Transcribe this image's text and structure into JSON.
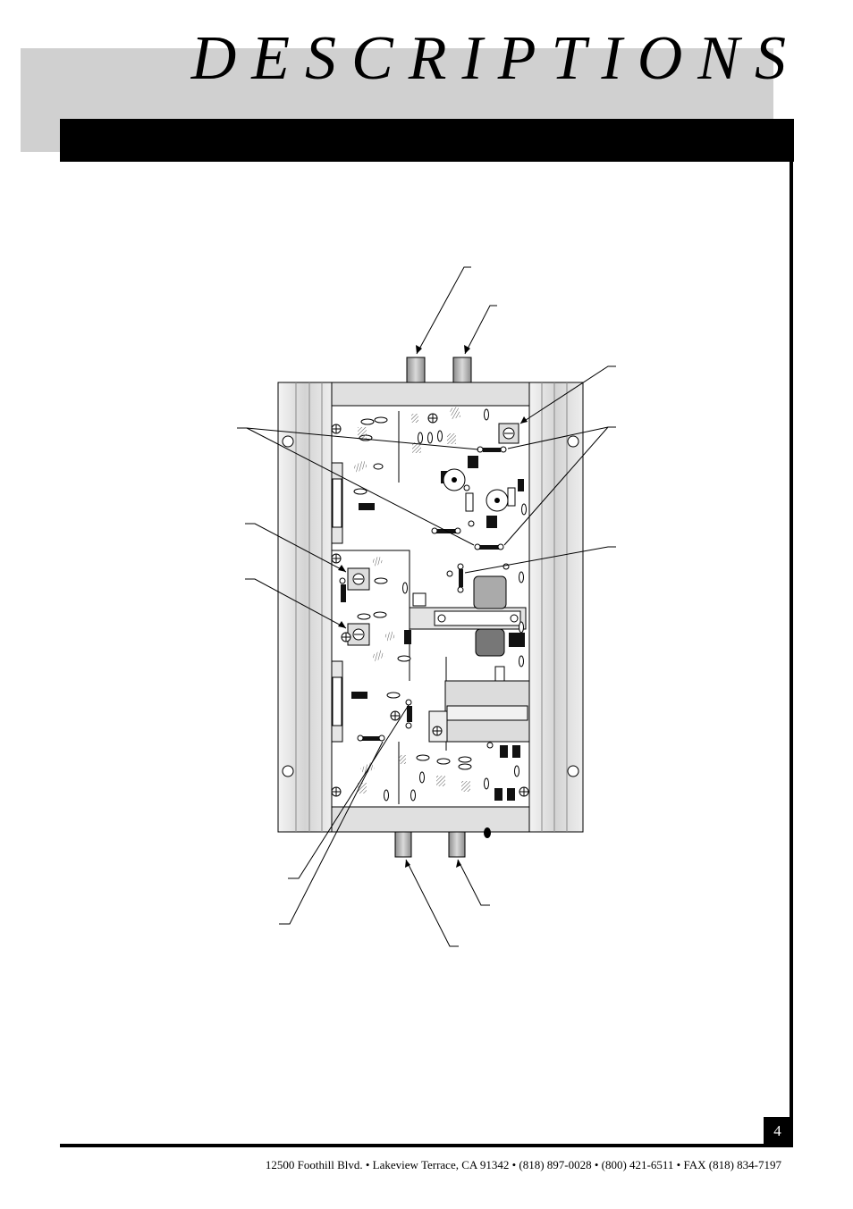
{
  "page": {
    "title": "DESCRIPTIONS",
    "page_number": "4",
    "footer": "12500 Foothill Blvd.  •  Lakeview Terrace, CA 91342  •  (818) 897-0028  • (800) 421-6511 • FAX (818) 834-7197"
  },
  "colors": {
    "header_band": "#d0d0d0",
    "rule": "#000000",
    "heatsink": "#e2e2e2",
    "board": "#ffffff",
    "connector": "#b8b8b8"
  },
  "figure": {
    "subject": "amplifier-circuit-board-top-view",
    "callout_labels": []
  }
}
